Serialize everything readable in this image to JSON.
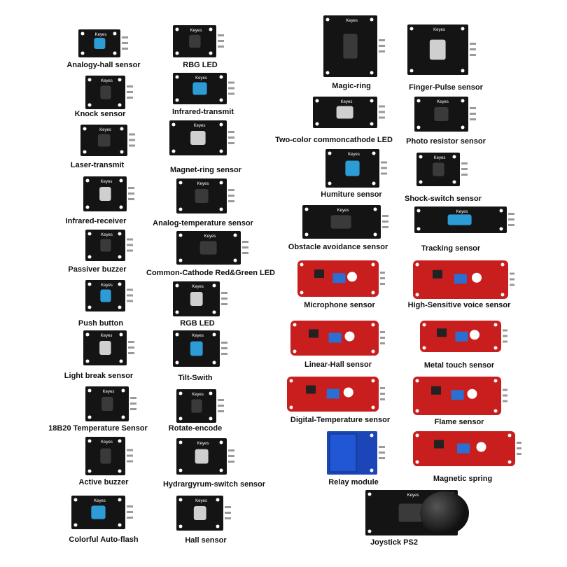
{
  "sensors": [
    {
      "label": "Analogy-hall sensor",
      "type": "black"
    },
    {
      "label": "RBG LED",
      "type": "black"
    },
    {
      "label": "Magic-ring",
      "type": "black"
    },
    {
      "label": "Finger-Pulse sensor",
      "type": "black"
    },
    {
      "label": "Knock sensor",
      "type": "black"
    },
    {
      "label": "Infrared-transmit",
      "type": "black"
    },
    {
      "label": "Two-color commoncathode LED",
      "type": "black"
    },
    {
      "label": "Photo resistor sensor",
      "type": "black"
    },
    {
      "label": "Laser-transmit",
      "type": "black"
    },
    {
      "label": "Magnet-ring sensor",
      "type": "black"
    },
    {
      "label": "Humiture sensor",
      "type": "black"
    },
    {
      "label": "Shock-switch sensor",
      "type": "black"
    },
    {
      "label": "Infrared-receiver",
      "type": "black"
    },
    {
      "label": "Analog-temperature sensor",
      "type": "black"
    },
    {
      "label": "Obstacle avoidance sensor",
      "type": "black"
    },
    {
      "label": "Tracking sensor",
      "type": "black"
    },
    {
      "label": "Passiver buzzer",
      "type": "black"
    },
    {
      "label": "Common-Cathode Red&Green LED",
      "type": "black"
    },
    {
      "label": "Microphone sensor",
      "type": "red"
    },
    {
      "label": "High-Sensitive voice sensor",
      "type": "red"
    },
    {
      "label": "Push button",
      "type": "black"
    },
    {
      "label": "RGB LED",
      "type": "black"
    },
    {
      "label": "Linear-Hall sensor",
      "type": "red"
    },
    {
      "label": "Metal touch sensor",
      "type": "red"
    },
    {
      "label": "Light break sensor",
      "type": "black"
    },
    {
      "label": "Tilt-Swith",
      "type": "black"
    },
    {
      "label": "Digital-Temperature sensor",
      "type": "red"
    },
    {
      "label": "Flame sensor",
      "type": "red"
    },
    {
      "label": "18B20 Temperature Sensor",
      "type": "black"
    },
    {
      "label": "Rotate-encode",
      "type": "black"
    },
    {
      "label": "Relay module",
      "type": "blue"
    },
    {
      "label": "Magnetic spring",
      "type": "red"
    },
    {
      "label": "Active buzzer",
      "type": "black"
    },
    {
      "label": "Hydrargyrum-switch sensor",
      "type": "black"
    },
    {
      "label": "Joystick PS2",
      "type": "black"
    },
    {
      "label": "Colorful Auto-flash",
      "type": "black"
    },
    {
      "label": "Hall sensor",
      "type": "black"
    }
  ],
  "board_marking": "Keyes"
}
